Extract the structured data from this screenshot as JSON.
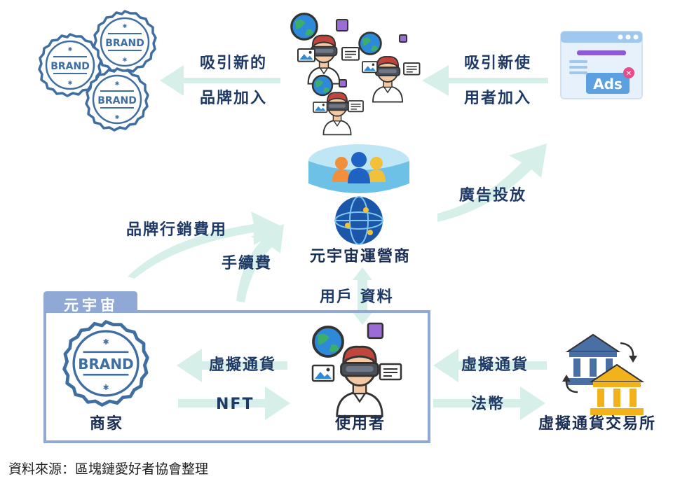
{
  "labels": {
    "attract_brands": [
      "吸引新的",
      "品牌加入"
    ],
    "attract_users": [
      "吸引新使",
      "用者加入"
    ],
    "ad_placement": "廣告投放",
    "brand_marketing_fee": "品牌行銷費用",
    "handling_fee": "手續費",
    "operator": "元宇宙運營商",
    "user_data": "用戶 資料",
    "metaverse": "元宇宙",
    "merchant": "商家",
    "user": "使用者",
    "exchange": "虛擬通貨交易所",
    "virtual_currency_left": "虛擬通貨",
    "nft": "NFT",
    "virtual_currency_right": "虛擬通貨",
    "fiat": "法幣"
  },
  "icons": {
    "brand_badge_text": "BRAND",
    "ads_text": "Ads"
  },
  "caption": "資料來源：區塊鏈愛好者協會整理",
  "colors": {
    "label": "#1f3a66",
    "arrow": "#d6efe8",
    "frame": "#8fa8d6",
    "badge": "#3f6ea3",
    "globe": "#1b56a8"
  }
}
